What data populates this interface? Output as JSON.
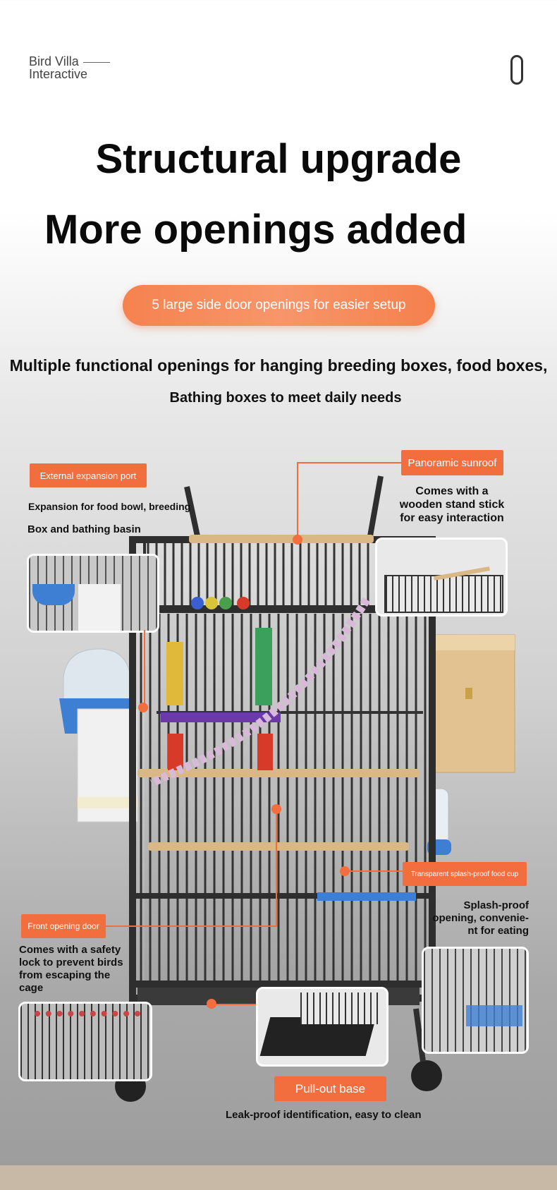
{
  "brand": {
    "line1": "Bird Villa",
    "line2": "Interactive"
  },
  "header": {
    "title_line1": "Structural upgrade",
    "title_line2": "More openings added",
    "pill": "5 large side door openings for easier setup",
    "sub_line1": "Multiple functional openings for hanging breeding boxes, food boxes,",
    "sub_line2": "Bathing boxes to meet daily needs"
  },
  "callouts": {
    "expansion": {
      "tag": "External expansion port",
      "note1": "Expansion for food bowl, breeding",
      "note2": "Box and bathing basin"
    },
    "sunroof": {
      "tag": "Panoramic sunroof",
      "note": "Comes with a\nwooden stand stick\nfor easy interaction"
    },
    "foodcup": {
      "tag": "Transparent splash-proof food cup",
      "note": "Splash-proof\nopening, convenie-\nnt for eating"
    },
    "frontdoor": {
      "tag": "Front opening door",
      "note": "Comes with a safety\nlock to prevent birds\nfrom escaping the\ncage"
    },
    "base": {
      "tag": "Pull-out base",
      "note": "Leak-proof identification, easy to clean"
    }
  },
  "colors": {
    "accent": "#f36e3f",
    "cage": "#2e2e2e",
    "wood": "#d9b886",
    "footer": "#c8b8a6"
  }
}
